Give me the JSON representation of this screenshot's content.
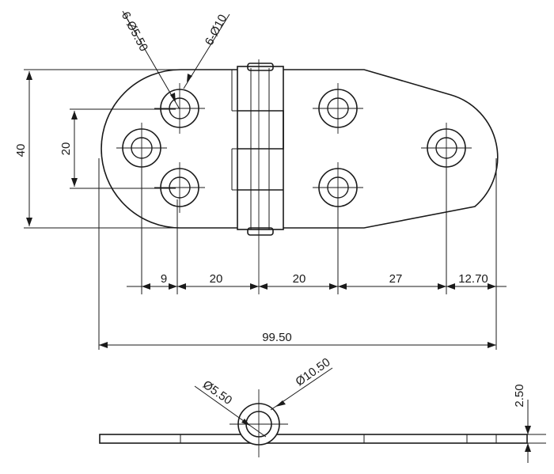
{
  "drawing": {
    "callouts": {
      "countersink": "6-Ø10",
      "hole": "6-Ø5.50"
    },
    "dimensions": {
      "height": "40",
      "hole_spacing_vertical": "20",
      "d1": "9",
      "d2": "20",
      "d3": "20",
      "d4": "27",
      "d5": "12.70",
      "overall_length": "99.50",
      "thickness": "2.50"
    },
    "knuckle": {
      "pin": "Ø5.50",
      "outer": "Ø10.50"
    }
  }
}
